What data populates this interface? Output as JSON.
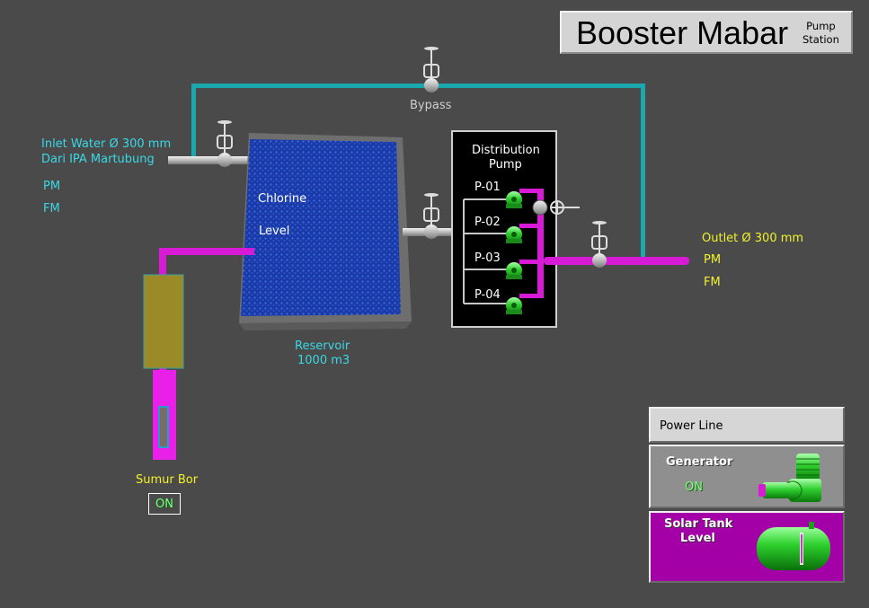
{
  "title": {
    "main": "Booster Mabar",
    "sub_line1": "Pump",
    "sub_line2": "Station"
  },
  "inlet": {
    "line1": "Inlet Water Ø 300 mm",
    "line2": "Dari IPA Martubung",
    "pm": "PM",
    "fm": "FM"
  },
  "bypass": "Bypass",
  "reservoir": {
    "chlorine": "Chlorine",
    "level": "Level",
    "name": "Reservoir",
    "capacity": "1000 m3"
  },
  "distribution": {
    "title_line1": "Distribution",
    "title_line2": "Pump",
    "pumps": [
      "P-01",
      "P-02",
      "P-03",
      "P-04"
    ]
  },
  "outlet": {
    "label": "Outlet Ø 300 mm",
    "pm": "PM",
    "fm": "FM"
  },
  "well": {
    "label": "Sumur Bor",
    "status": "ON"
  },
  "panels": {
    "power_line": "Power Line",
    "generator": {
      "label": "Generator",
      "status": "ON"
    },
    "solar_tank": {
      "line1": "Solar Tank",
      "line2": "Level"
    }
  },
  "icons": [
    "valve-icon",
    "pump-icon",
    "generator-icon",
    "tank-icon"
  ],
  "colors": {
    "pipe_teal": "#1aa7ad",
    "pipe_magenta": "#d61ad6",
    "pipe_gray": "#bdbdbd",
    "water": "#1c3fae",
    "pump_green": "#35d035",
    "label_cyan": "#3ad8e6",
    "label_yellow": "#f2f22a"
  }
}
